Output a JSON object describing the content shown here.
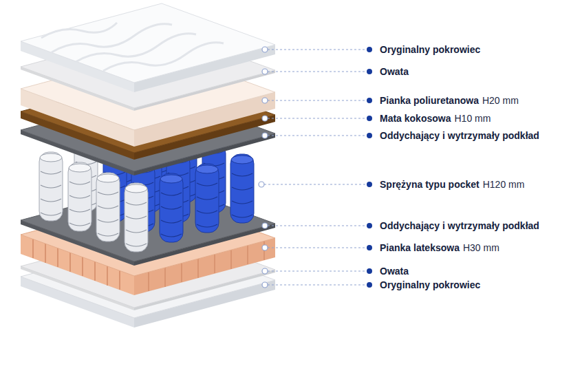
{
  "diagram": {
    "labels": [
      "Oryginalny pokrowiec",
      "Owata",
      "Pianka poliuretanowa",
      "H20 mm",
      "Mata kokosowa",
      "H10 mm",
      "Oddychający i wytrzymały podkład",
      "Sprężyna typu pocket",
      "H120 mm",
      "Oddychający i wytrzymały podkład",
      "Pianka lateksowa",
      "H30 mm",
      "Owata",
      "Oryginalny pokrowiec"
    ]
  }
}
